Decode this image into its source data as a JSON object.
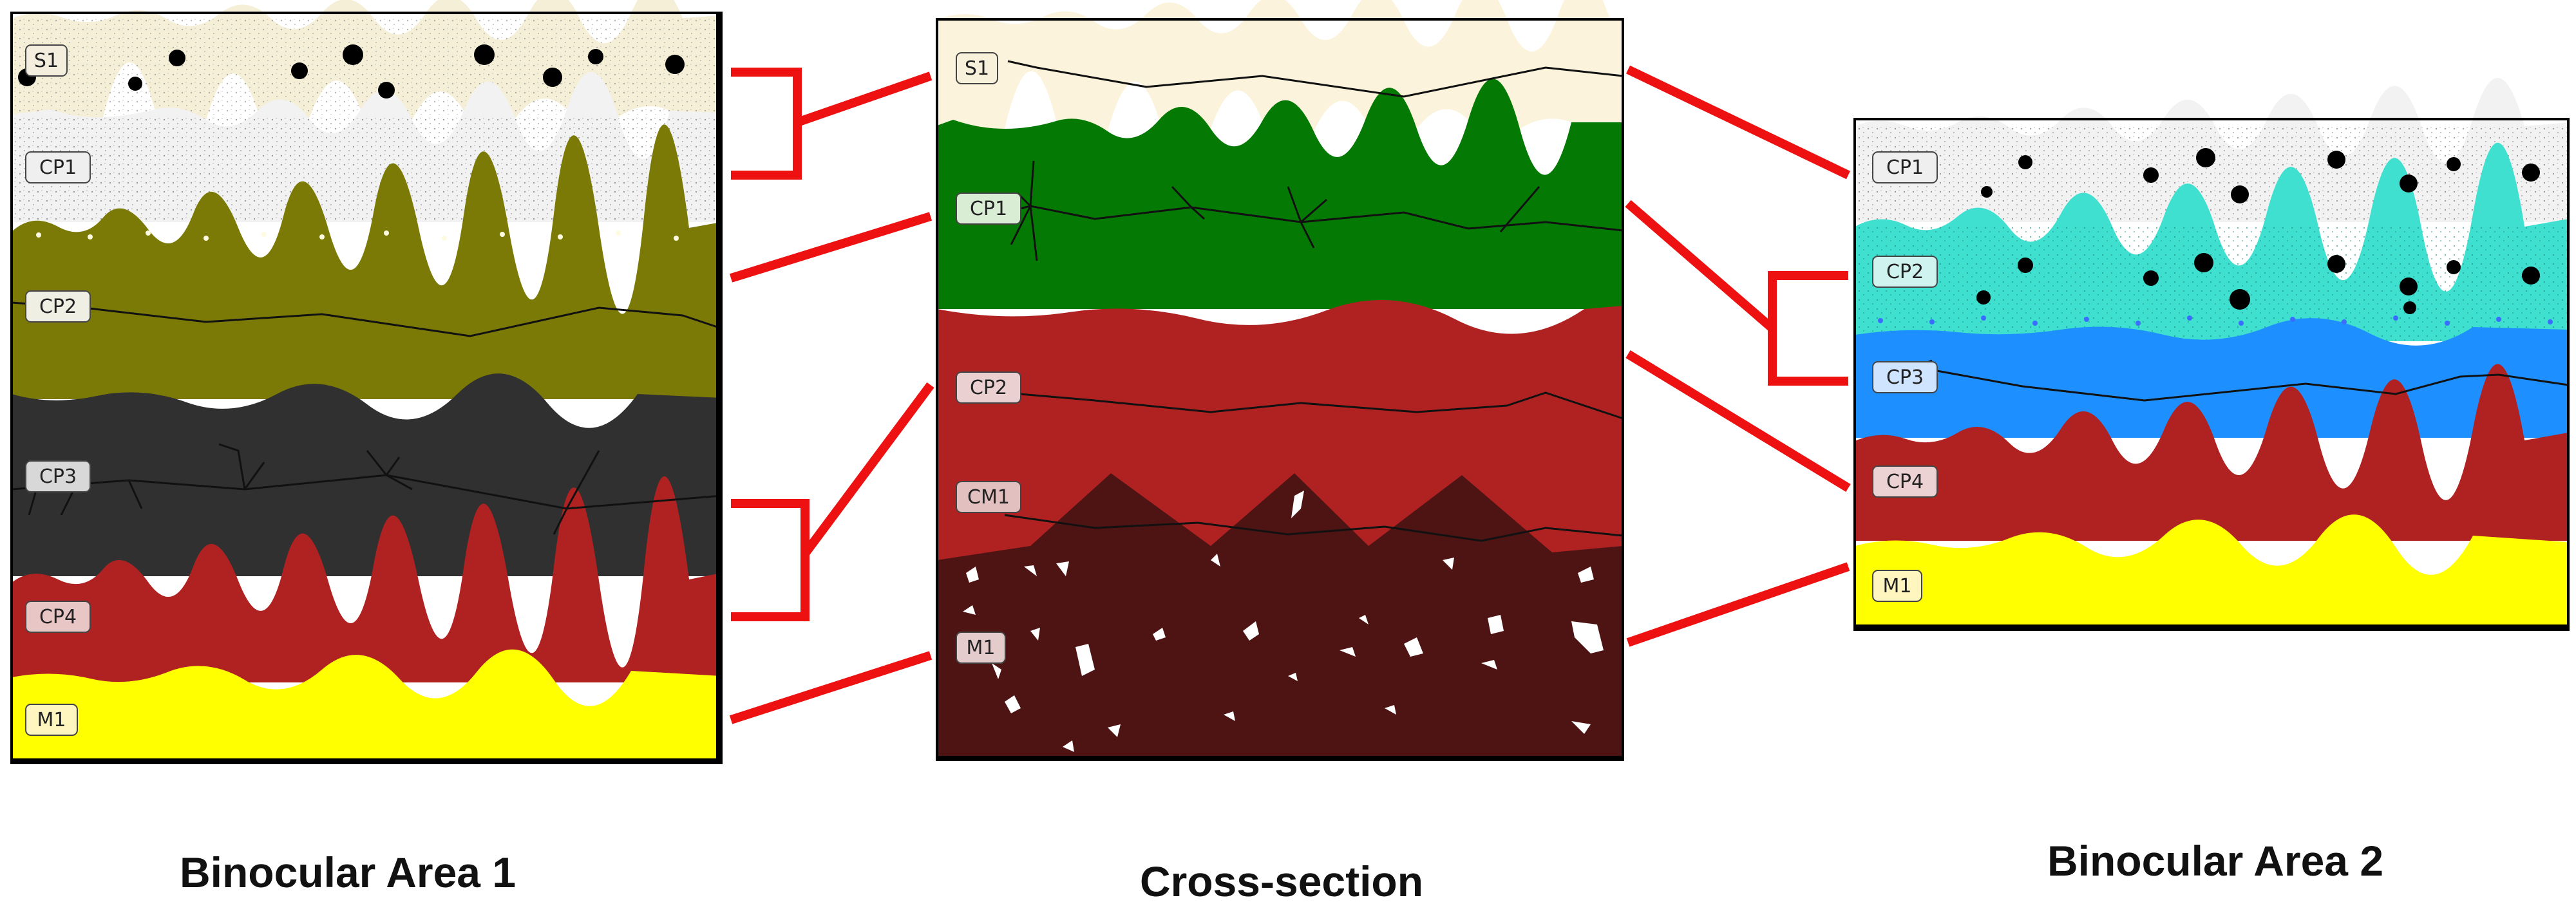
{
  "panels": {
    "binocular1": {
      "title": "Binocular Area 1",
      "layers": [
        {
          "label": "S1",
          "color": "#f6efd8"
        },
        {
          "label": "CP1",
          "color": "#f2f2f2"
        },
        {
          "label": "CP2",
          "color": "#7b7a06"
        },
        {
          "label": "CP3",
          "color": "#303030"
        },
        {
          "label": "CP4",
          "color": "#b02222"
        },
        {
          "label": "M1",
          "color": "#ffff00"
        }
      ]
    },
    "cross_section": {
      "title": "Cross-section",
      "layers": [
        {
          "label": "S1",
          "color": "#fcf3dc"
        },
        {
          "label": "CP1",
          "color": "#047a04"
        },
        {
          "label": "CP2",
          "color": "#b02222"
        },
        {
          "label": "CM1",
          "color": "#b02222"
        },
        {
          "label": "M1",
          "color": "#4e1414"
        }
      ]
    },
    "binocular2": {
      "title": "Binocular Area 2",
      "layers": [
        {
          "label": "CP1",
          "color": "#f2f2f2"
        },
        {
          "label": "CP2",
          "color": "#3fe0cf"
        },
        {
          "label": "CP3",
          "color": "#1e8fff"
        },
        {
          "label": "CP4",
          "color": "#b02222"
        },
        {
          "label": "M1",
          "color": "#ffff00"
        }
      ]
    }
  },
  "connector_color": "#ee1111"
}
